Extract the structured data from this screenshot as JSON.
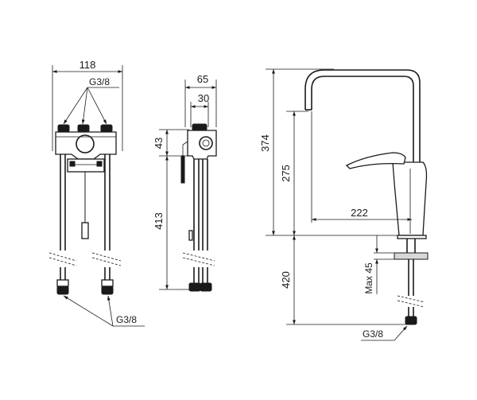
{
  "front_view": {
    "width_dim": "118",
    "inlet_label": "G3/8",
    "bottom_label": "G3/8"
  },
  "side_view": {
    "width_dim": "65",
    "inner_dim": "30",
    "top_height_dim": "43",
    "body_height_dim": "413"
  },
  "faucet_view": {
    "height_dim": "374",
    "spout_height_dim": "275",
    "reach_dim": "222",
    "under_dim": "420",
    "deck_dim": "Max 45",
    "connection_label": "G3/8"
  },
  "colors": {
    "line": "#1a1a1a",
    "background": "#ffffff"
  }
}
